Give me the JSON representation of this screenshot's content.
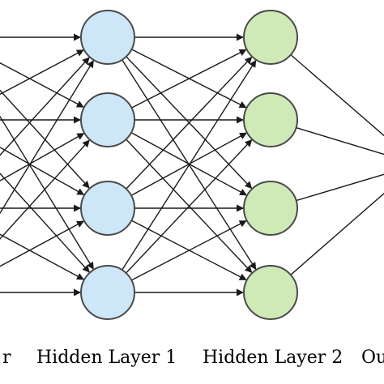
{
  "diagram": {
    "layers": [
      {
        "label": "Input Layer",
        "visible_label": "r",
        "node_count": 4
      },
      {
        "label": "Hidden Layer 1",
        "visible_label": "Hidden Layer 1",
        "node_count": 4,
        "color": "#cde6f8"
      },
      {
        "label": "Hidden Layer 2",
        "visible_label": "Hidden Layer 2",
        "node_count": 4,
        "color": "#cfeab6"
      },
      {
        "label": "Output Layer",
        "visible_label": "Ou",
        "node_count": 1
      }
    ],
    "edge_color": "#1a1a1a",
    "node_border_color": "#4a4a4a",
    "arrowheads": true
  }
}
